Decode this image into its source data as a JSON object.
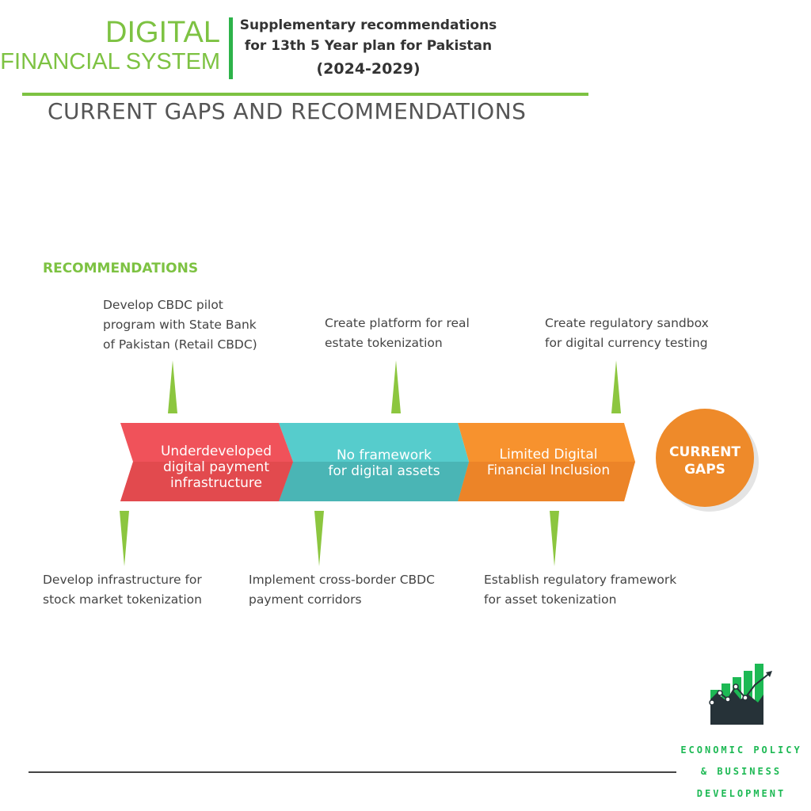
{
  "header": {
    "title_line1": "DIGITAL",
    "title_line2": "FINANCIAL SYSTEM",
    "subtitle_line1": "Supplementary recommendations",
    "subtitle_line2": "for 13th 5 Year plan for Pakistan",
    "subtitle_line3": "(2024-2029)"
  },
  "heading": "CURRENT GAPS AND RECOMMENDATIONS",
  "recommendations_label": "RECOMMENDATIONS",
  "top_recs": [
    {
      "lines": [
        "Develop CBDC pilot",
        "program with State Bank",
        "of Pakistan (Retail CBDC)"
      ]
    },
    {
      "lines": [
        "Create platform for real",
        "estate tokenization"
      ]
    },
    {
      "lines": [
        "Create regulatory sandbox",
        "for digital currency testing"
      ]
    }
  ],
  "bottom_recs": [
    {
      "lines": [
        "Develop infrastructure for",
        "stock market tokenization"
      ]
    },
    {
      "lines": [
        "Implement cross-border CBDC",
        "payment corridors"
      ]
    },
    {
      "lines": [
        "Establish regulatory framework",
        "for asset tokenization"
      ]
    }
  ],
  "gaps": [
    {
      "lines": [
        "Underdeveloped",
        "digital payment",
        "infrastructure"
      ],
      "color": "#f0525a"
    },
    {
      "lines": [
        "No framework",
        "for digital assets"
      ],
      "color": "#56cccc"
    },
    {
      "lines": [
        "Limited Digital",
        "Financial Inclusion"
      ],
      "color": "#f7922e"
    }
  ],
  "current_gaps": {
    "line1": "CURRENT",
    "line2": "GAPS",
    "color": "#ee8a2a"
  },
  "logo": {
    "line1": "ECONOMIC POLICY",
    "line2": "& BUSINESS",
    "line3": "DEVELOPMENT"
  },
  "colors": {
    "green": "#7dc242"
  }
}
